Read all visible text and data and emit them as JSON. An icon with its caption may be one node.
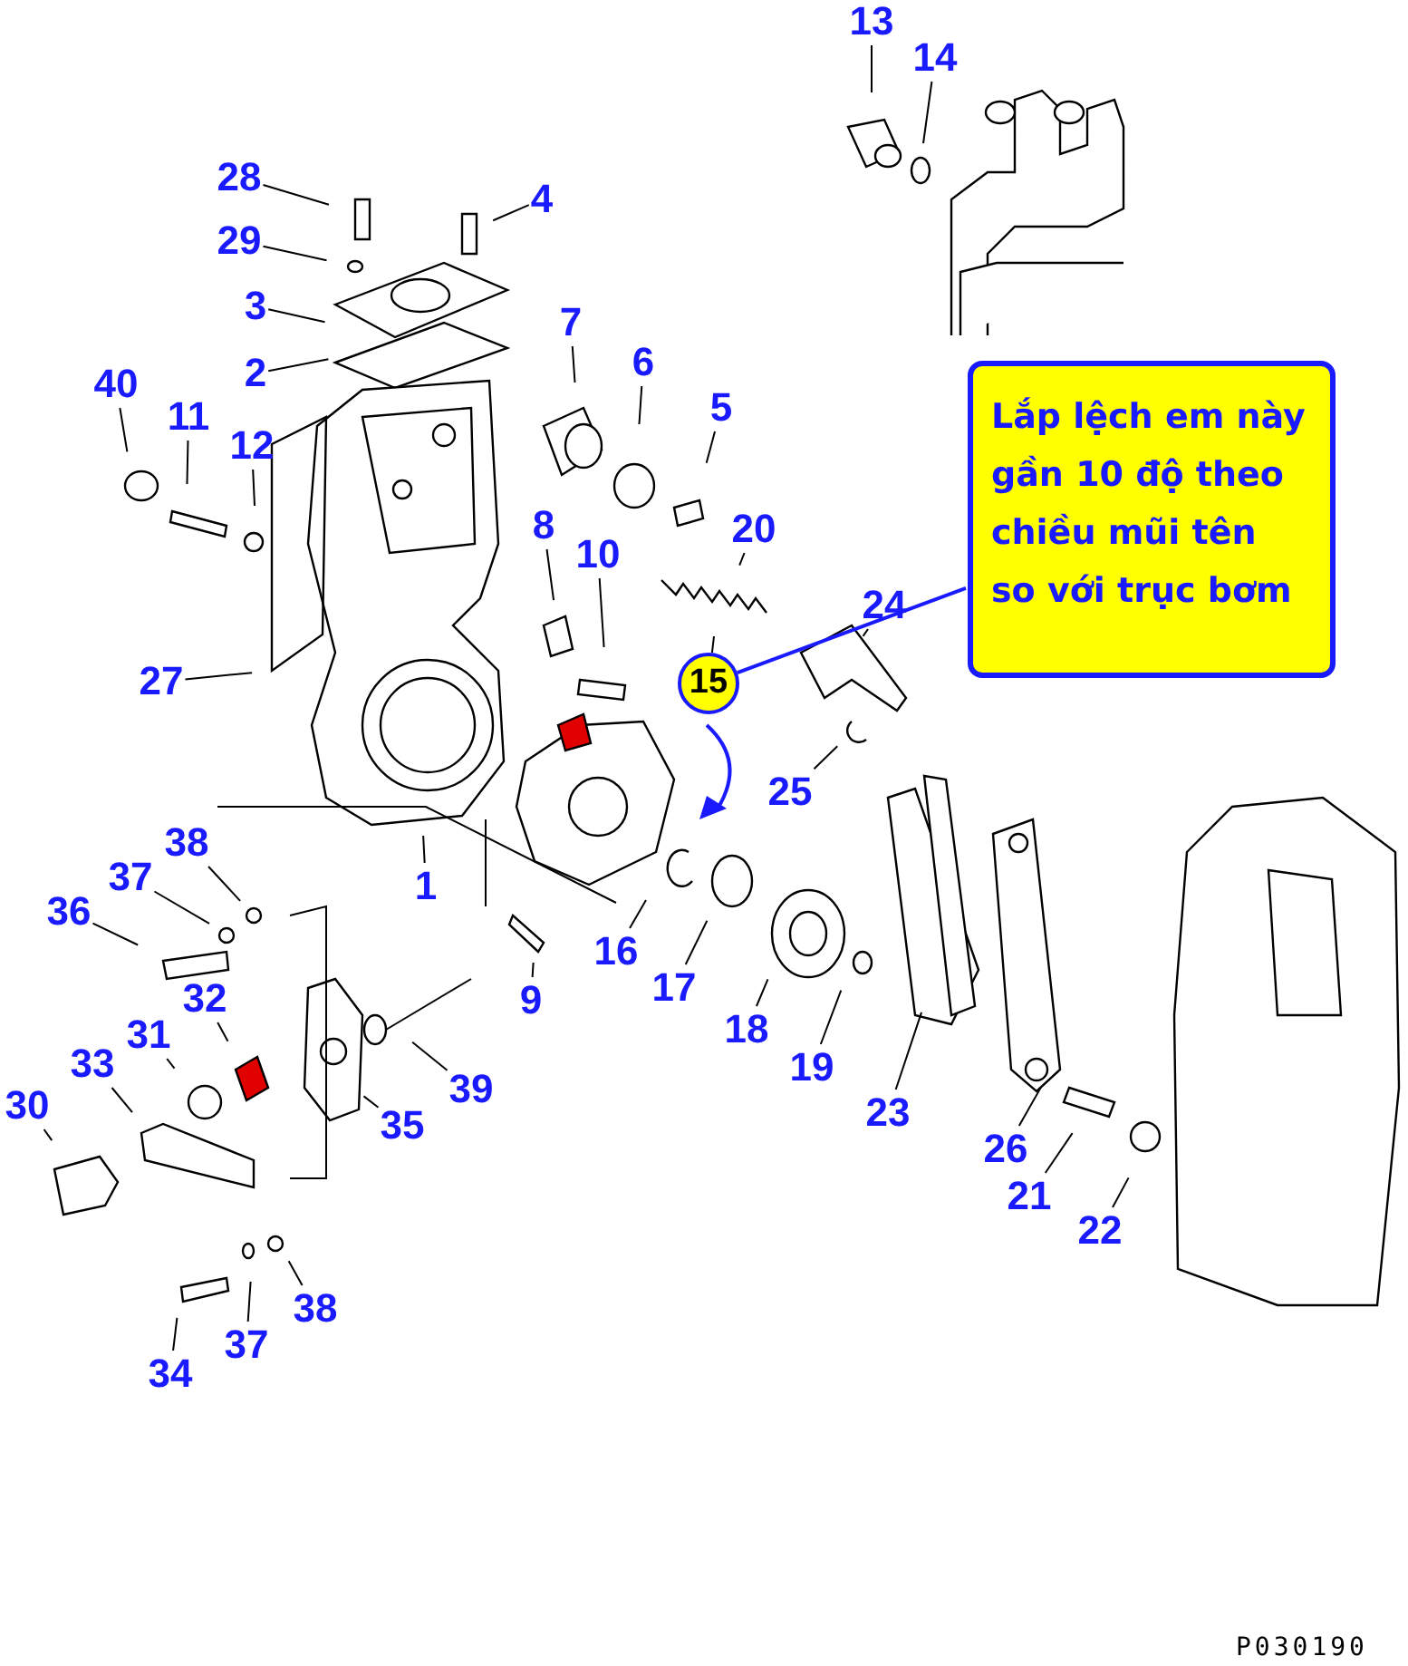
{
  "diagram": {
    "nodes": [
      {
        "text": [
          "13"
        ]
      },
      {
        "text": [
          "14"
        ]
      },
      {
        "text": [
          "28"
        ]
      },
      {
        "text": [
          "4"
        ]
      },
      {
        "text": [
          "29"
        ]
      },
      {
        "text": [
          "3"
        ]
      },
      {
        "text": [
          "7"
        ]
      },
      {
        "text": [
          "2"
        ]
      },
      {
        "text": [
          "6"
        ]
      },
      {
        "text": [
          "40"
        ]
      },
      {
        "text": [
          "5"
        ]
      },
      {
        "text": [
          "11"
        ]
      },
      {
        "text": [
          "12"
        ]
      },
      {
        "text": [
          "Lắp lệch em này gần 10 độ theo chiều mũi tên so với trục bơm"
        ]
      },
      {
        "text": [
          "8"
        ]
      },
      {
        "text": [
          "20"
        ]
      },
      {
        "text": [
          "10"
        ]
      },
      {
        "text": [
          "24"
        ]
      },
      {
        "text": [
          "27"
        ]
      },
      {
        "text": [
          "15"
        ]
      },
      {
        "text": [
          "25"
        ]
      },
      {
        "text": [
          "38"
        ]
      },
      {
        "text": [
          "37"
        ]
      },
      {
        "text": [
          "1"
        ]
      },
      {
        "text": [
          "36"
        ]
      },
      {
        "text": [
          "16"
        ]
      },
      {
        "text": [
          "17"
        ]
      },
      {
        "text": [
          "32"
        ]
      },
      {
        "text": [
          "9"
        ]
      },
      {
        "text": [
          "18"
        ]
      },
      {
        "text": [
          "31"
        ]
      },
      {
        "text": [
          "19"
        ]
      },
      {
        "text": [
          "33"
        ]
      },
      {
        "text": [
          "39"
        ]
      },
      {
        "text": [
          "30"
        ]
      },
      {
        "text": [
          "23"
        ]
      },
      {
        "text": [
          "35"
        ]
      },
      {
        "text": [
          "26"
        ]
      },
      {
        "text": [
          "21"
        ]
      },
      {
        "text": [
          "22"
        ]
      },
      {
        "text": [
          "38"
        ]
      },
      {
        "text": [
          "37"
        ]
      },
      {
        "text": [
          "34"
        ]
      }
    ],
    "edges": [
      {
        "from": 0,
        "to": null,
        "arrow": "none"
      },
      {
        "from": 1,
        "to": null,
        "arrow": "none"
      },
      {
        "from": 2,
        "to": null,
        "arrow": "none"
      },
      {
        "from": 3,
        "to": null,
        "arrow": "none"
      },
      {
        "from": 4,
        "to": null,
        "arrow": "none"
      },
      {
        "from": 5,
        "to": null,
        "arrow": "none"
      },
      {
        "from": 6,
        "to": null,
        "arrow": "none"
      },
      {
        "from": 7,
        "to": null,
        "arrow": "none"
      },
      {
        "from": 8,
        "to": null,
        "arrow": "none"
      },
      {
        "from": 9,
        "to": null,
        "arrow": "none"
      },
      {
        "from": 10,
        "to": null,
        "arrow": "none"
      },
      {
        "from": 11,
        "to": null,
        "arrow": "none"
      },
      {
        "from": 12,
        "to": null,
        "arrow": "none"
      },
      {
        "from": 13,
        "to": 19,
        "arrow": "none",
        "color": "#1a1aff"
      },
      {
        "from": 14,
        "to": null,
        "arrow": "none"
      },
      {
        "from": 15,
        "to": null,
        "arrow": "none"
      },
      {
        "from": 16,
        "to": null,
        "arrow": "none"
      },
      {
        "from": 17,
        "to": null,
        "arrow": "none"
      },
      {
        "from": 18,
        "to": null,
        "arrow": "none"
      },
      {
        "from": 19,
        "to": null,
        "arrow": "none"
      },
      {
        "from": 20,
        "to": null,
        "arrow": "none"
      },
      {
        "from": 21,
        "to": null,
        "arrow": "none"
      },
      {
        "from": 22,
        "to": null,
        "arrow": "none"
      },
      {
        "from": 23,
        "to": null,
        "arrow": "none"
      },
      {
        "from": 24,
        "to": null,
        "arrow": "none"
      },
      {
        "from": 25,
        "to": null,
        "arrow": "none"
      },
      {
        "from": 26,
        "to": null,
        "arrow": "none"
      },
      {
        "from": 27,
        "to": null,
        "arrow": "none"
      },
      {
        "from": 28,
        "to": null,
        "arrow": "none"
      },
      {
        "from": 29,
        "to": null,
        "arrow": "none"
      },
      {
        "from": 30,
        "to": null,
        "arrow": "none"
      },
      {
        "from": 31,
        "to": null,
        "arrow": "none"
      },
      {
        "from": 32,
        "to": null,
        "arrow": "none"
      },
      {
        "from": 33,
        "to": null,
        "arrow": "none"
      },
      {
        "from": 34,
        "to": null,
        "arrow": "none"
      },
      {
        "from": 35,
        "to": null,
        "arrow": "none"
      },
      {
        "from": 36,
        "to": null,
        "arrow": "none"
      },
      {
        "from": 37,
        "to": null,
        "arrow": "none"
      },
      {
        "from": 38,
        "to": null,
        "arrow": "none"
      },
      {
        "from": 39,
        "to": null,
        "arrow": "none"
      },
      {
        "from": 40,
        "to": null,
        "arrow": "none"
      },
      {
        "from": 41,
        "to": null,
        "arrow": "none"
      },
      {
        "from": 42,
        "to": null,
        "arrow": "none"
      }
    ],
    "labels": [
      "P030190"
    ]
  }
}
